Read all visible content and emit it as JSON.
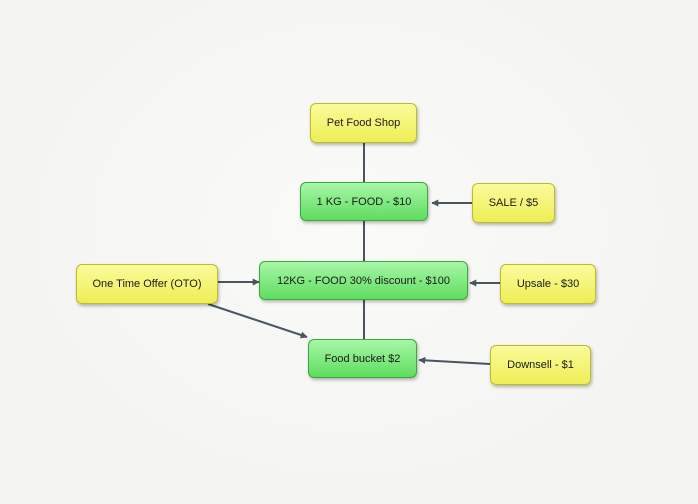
{
  "diagram": {
    "nodes": {
      "pet_food_shop": {
        "label": "Pet Food Shop",
        "color": "yellow"
      },
      "one_kg_food": {
        "label": "1 KG - FOOD - $10",
        "color": "green"
      },
      "sale": {
        "label": "SALE / $5",
        "color": "yellow"
      },
      "twelve_kg_food": {
        "label": "12KG - FOOD 30% discount  - $100",
        "color": "green"
      },
      "one_time_offer": {
        "label": "One Time Offer (OTO)",
        "color": "yellow"
      },
      "upsale": {
        "label": "Upsale - $30",
        "color": "yellow"
      },
      "food_bucket": {
        "label": "Food bucket $2",
        "color": "green"
      },
      "downsell": {
        "label": "Downsell - $1",
        "color": "yellow"
      }
    },
    "edges": [
      {
        "from": "pet_food_shop",
        "to": "one_kg_food",
        "arrow": false
      },
      {
        "from": "one_kg_food",
        "to": "twelve_kg_food",
        "arrow": false
      },
      {
        "from": "twelve_kg_food",
        "to": "food_bucket",
        "arrow": false
      },
      {
        "from": "sale",
        "to": "one_kg_food",
        "arrow": true
      },
      {
        "from": "one_time_offer",
        "to": "twelve_kg_food",
        "arrow": true
      },
      {
        "from": "one_time_offer",
        "to": "food_bucket",
        "arrow": true
      },
      {
        "from": "upsale",
        "to": "twelve_kg_food",
        "arrow": true
      },
      {
        "from": "downsell",
        "to": "food_bucket",
        "arrow": true
      }
    ],
    "colors": {
      "yellow_fill": "#f4f47a",
      "yellow_border": "#bdbd2a",
      "green_fill": "#7fe87f",
      "green_border": "#3aa83a",
      "connector": "#4a5560"
    }
  }
}
